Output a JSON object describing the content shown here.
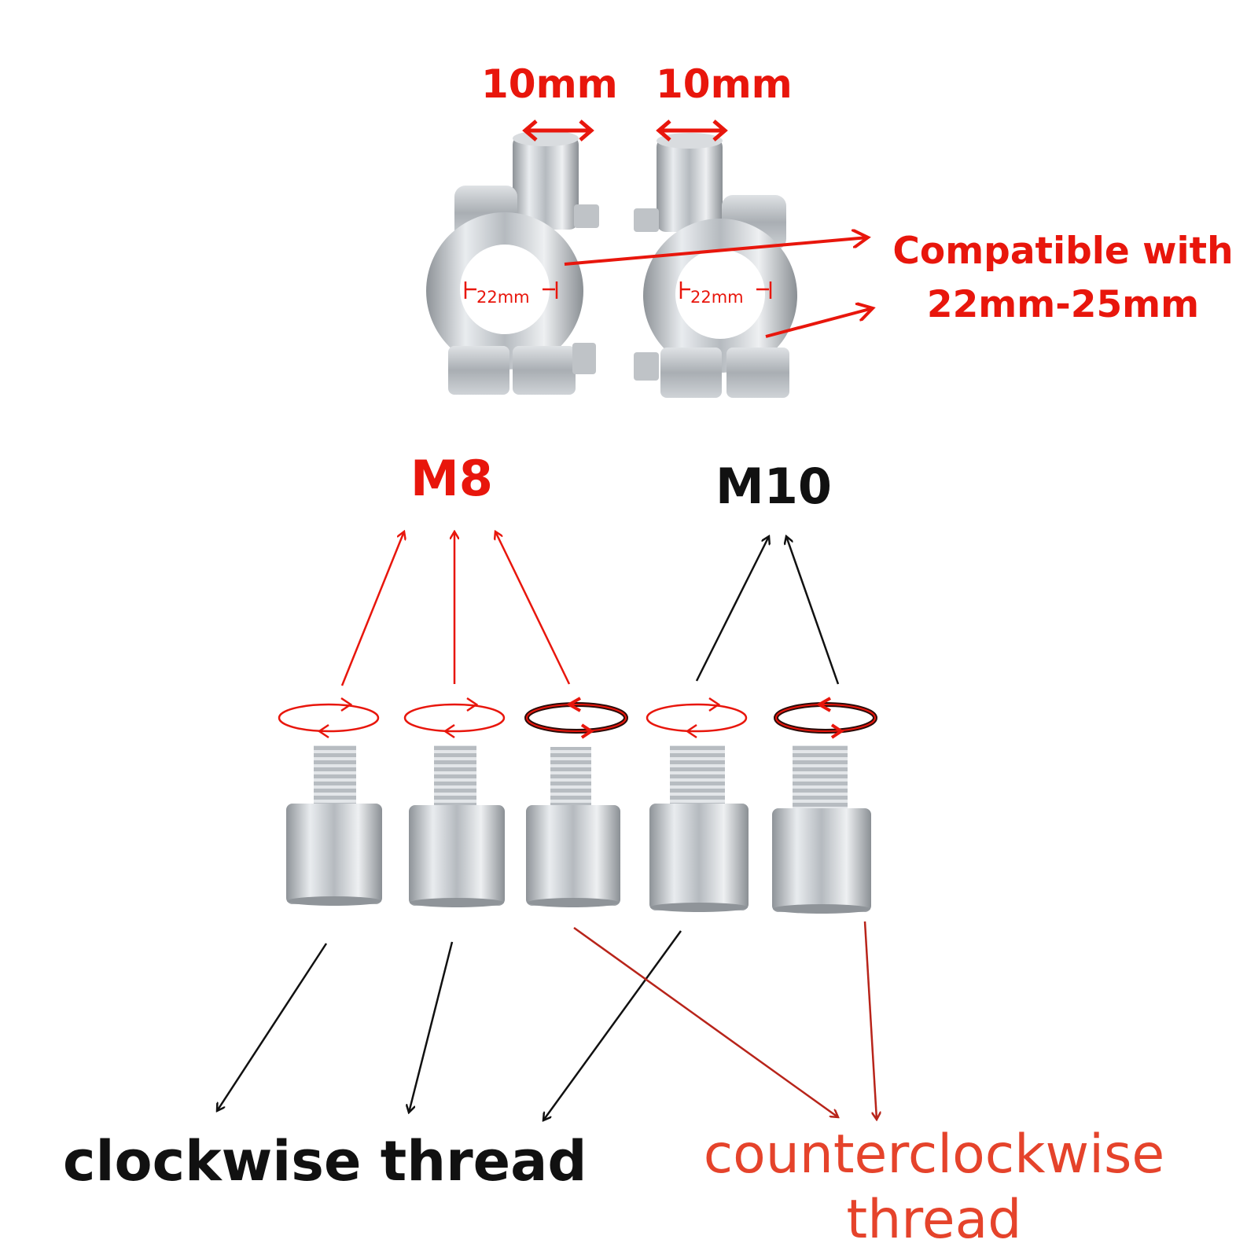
{
  "clamp": {
    "dim_left": "10mm",
    "dim_right": "10mm",
    "inner_left": "22mm",
    "inner_right": "22mm",
    "compat_line1": "Compatible with",
    "compat_line2": "22mm-25mm"
  },
  "threads": {
    "m8_label": "M8",
    "m10_label": "M10",
    "clockwise_label": "clockwise thread",
    "ccw_line1": "counterclockwise",
    "ccw_line2": "thread"
  },
  "colors": {
    "accent_red": "#e8160c",
    "label_orange": "#e5432b",
    "arrow_dark_red": "#b8241a",
    "metal": "#c9cdd2"
  },
  "bolts": [
    {
      "size": "M8",
      "direction": "clockwise"
    },
    {
      "size": "M8",
      "direction": "clockwise"
    },
    {
      "size": "M8",
      "direction": "counterclockwise"
    },
    {
      "size": "M10",
      "direction": "clockwise"
    },
    {
      "size": "M10",
      "direction": "counterclockwise"
    }
  ]
}
